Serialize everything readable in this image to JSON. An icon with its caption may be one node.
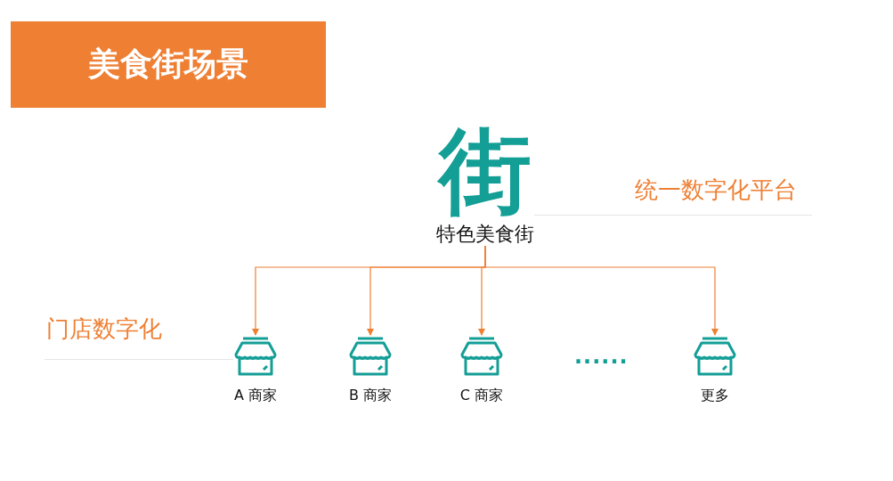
{
  "diagram": {
    "title": "美食街场景",
    "nodes": [
      {
        "text": [
          "街",
          "特色美食街"
        ]
      },
      {
        "text": [
          "A 商家"
        ]
      },
      {
        "text": [
          "B 商家"
        ]
      },
      {
        "text": [
          "C 商家"
        ]
      },
      {
        "text": [
          "更多"
        ]
      }
    ],
    "edges": [
      {
        "from": 0,
        "to": 1,
        "arrow": "to",
        "color": "#ee7f33"
      },
      {
        "from": 0,
        "to": 2,
        "arrow": "to",
        "color": "#ee7f33"
      },
      {
        "from": 0,
        "to": 3,
        "arrow": "to",
        "color": "#ee7f33"
      },
      {
        "from": 0,
        "to": 4,
        "arrow": "to",
        "color": "#ee7f33"
      }
    ],
    "labels": [
      "统一数字化平台",
      "门店数字化",
      "......"
    ]
  }
}
